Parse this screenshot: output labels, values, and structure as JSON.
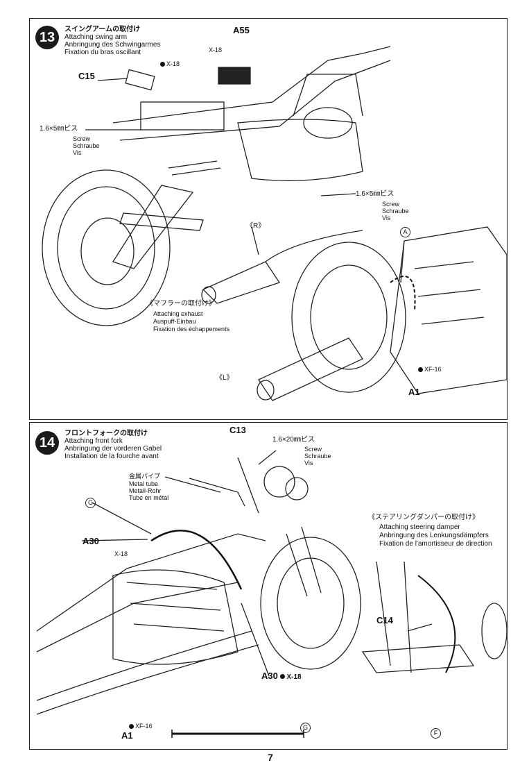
{
  "step13": {
    "number": "13",
    "title_jp": "スイングアームの取付け",
    "title_en": "Attaching swing arm",
    "title_de": "Anbringung des Schwingarmes",
    "title_fr": "Fixation du bras oscillant",
    "part_a55": "A55",
    "paint_x18_a": "X-18",
    "paint_x18_b": "X-18",
    "part_c15": "C15",
    "screw1_size": "1.6×5㎜ビス",
    "screw1_en": "Screw",
    "screw1_de": "Schraube",
    "screw1_fr": "Vis",
    "screw2_size": "1.6×5㎜ビス",
    "screw2_en": "Screw",
    "screw2_de": "Schraube",
    "screw2_fr": "Vis",
    "marker_r": "《R》",
    "marker_a": "A",
    "exhaust_jp": "《マフラーの取付け》",
    "exhaust_en": "Attaching exhaust",
    "exhaust_de": "Auspuff-Einbau",
    "exhaust_fr": "Fixation des échappements",
    "marker_l": "《L》",
    "paint_xf16": "XF-16",
    "part_a1": "A1"
  },
  "step14": {
    "number": "14",
    "title_jp": "フロントフォークの取付け",
    "title_en": "Attaching front fork",
    "title_de": "Anbringung der vorderen Gabel",
    "title_fr": "Installation de la fourche avant",
    "part_c13": "C13",
    "screw_size": "1.6×20㎜ビス",
    "screw_en": "Screw",
    "screw_de": "Schraube",
    "screw_fr": "Vis",
    "tube_jp": "金属パイプ",
    "tube_en": "Metal tube",
    "tube_de": "Metall-Rohr",
    "tube_fr": "Tube en métal",
    "marker_g": "G",
    "part_a30": "A30",
    "paint_x18": "X-18",
    "damper_jp": "《ステアリングダンパーの取付け》",
    "damper_en": "Attaching steering damper",
    "damper_de": "Anbringung des Lenkungsdämpfers",
    "damper_fr": "Fixation de l'amortisseur de direction",
    "part_c14": "C14",
    "part_a30_b": "A30",
    "paint_x18_b": "X-18",
    "paint_xf16": "XF-16",
    "part_a1": "A1",
    "marker_g2": "G",
    "marker_f": "F"
  },
  "page_number": "7"
}
